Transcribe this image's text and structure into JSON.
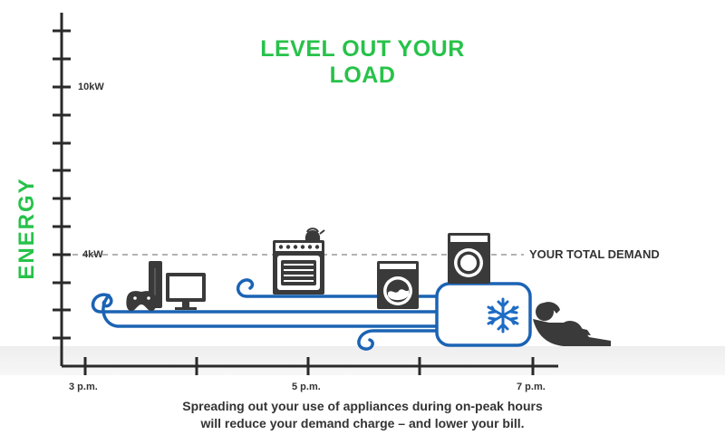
{
  "title": "LEVEL OUT YOUR LOAD",
  "y_axis_label": "ENERGY",
  "y_ticks": {
    "upper": "10kW",
    "lower": "4kW"
  },
  "x_ticks": [
    "3 p.m.",
    "5 p.m.",
    "7 p.m."
  ],
  "demand_label": "YOUR TOTAL DEMAND",
  "caption": {
    "line1": "Spreading out your use of appliances during on-peak hours",
    "line2": "will reduce your demand charge – and lower your bill."
  },
  "colors": {
    "accent_green": "#27c24a",
    "pipe_blue": "#1b63b4",
    "snowflake_blue": "#1e6cc4",
    "appliance_gray": "#3a3a3a"
  },
  "icons": [
    "game-console-icon",
    "gamepad-icon",
    "monitor-icon",
    "stove-icon",
    "kettle-icon",
    "washer-icon",
    "dryer-icon",
    "air-conditioner-icon",
    "snowflake-icon",
    "relaxing-person-icon"
  ]
}
